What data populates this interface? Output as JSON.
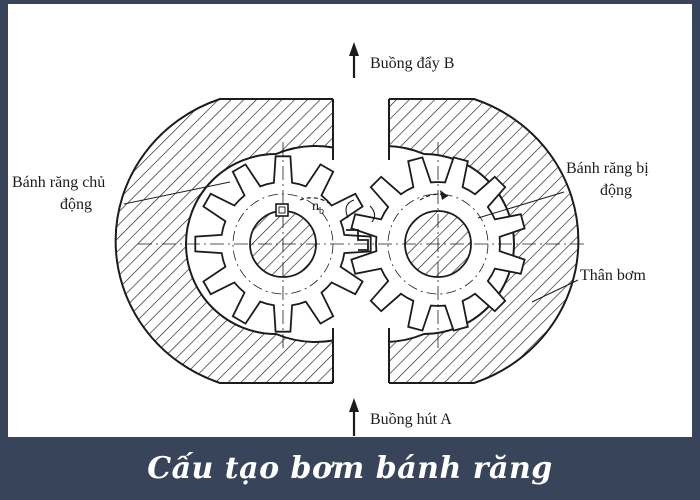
{
  "labels": {
    "outlet": "Buồng đẩy B",
    "inlet": "Buồng hút A",
    "drive_gear_line1": "Bánh răng chủ",
    "drive_gear_line2": "động",
    "driven_gear_line1": "Bánh răng bị",
    "driven_gear_line2": "động",
    "housing": "Thân bơm",
    "speed_symbol": "n",
    "speed_subscript": "b"
  },
  "caption": "Cấu tạo bơm bánh răng",
  "colors": {
    "frame": "#38445a",
    "panel": "#ffffff",
    "ink": "#1c1c1c",
    "caption_text": "#ffffff"
  },
  "gears": {
    "drive_teeth": 12,
    "driven_teeth": 12
  }
}
